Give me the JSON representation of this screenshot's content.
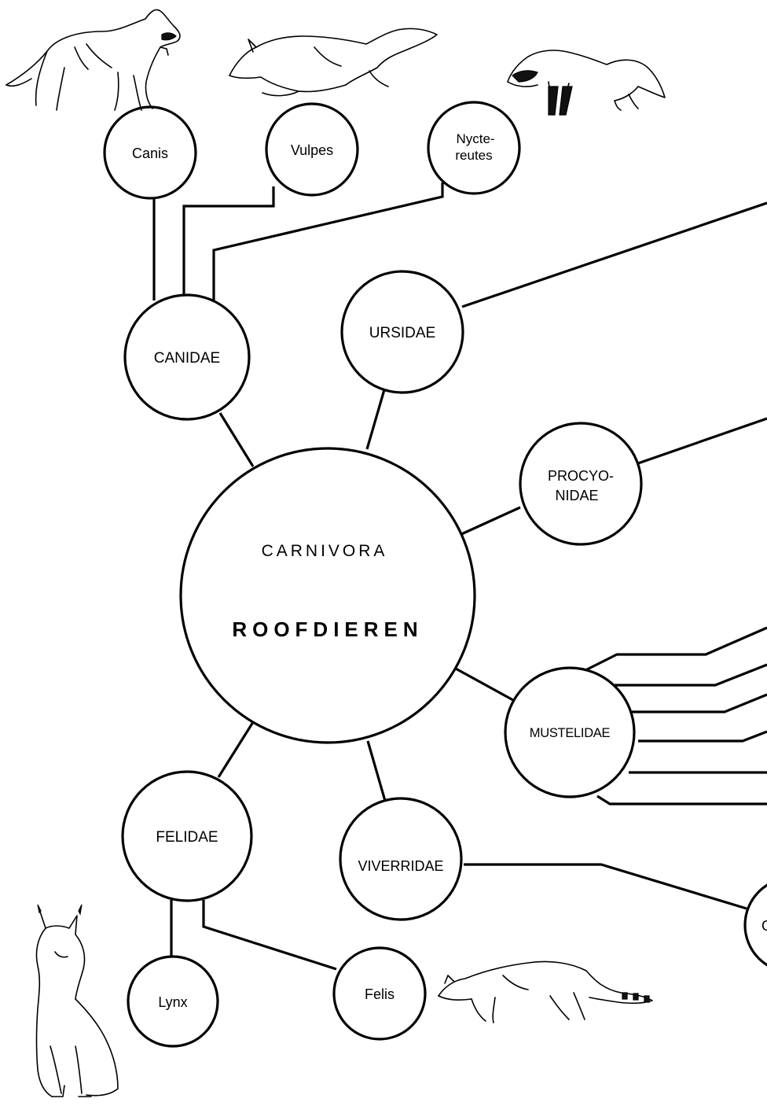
{
  "diagram": {
    "center": {
      "title": "CARNIVORA",
      "subtitle": "ROOFDIEREN"
    },
    "families": {
      "canidae": "CANIDAE",
      "ursidae": "URSIDAE",
      "procyonidae_line1": "PROCYO-",
      "procyonidae_line2": "NIDAE",
      "mustelidae": "MUSTELIDAE",
      "viverridae": "VIVERRIDAE",
      "felidae": "FELIDAE"
    },
    "genera": {
      "canis": "Canis",
      "vulpes": "Vulpes",
      "nyctereutes_line1": "Nycte-",
      "nyctereutes_line2": "reutes",
      "lynx": "Lynx",
      "felis": "Felis",
      "cutoff_right": "G"
    },
    "illustrations": [
      "wolf",
      "fox",
      "raccoon-dog",
      "lynx",
      "genet"
    ]
  }
}
